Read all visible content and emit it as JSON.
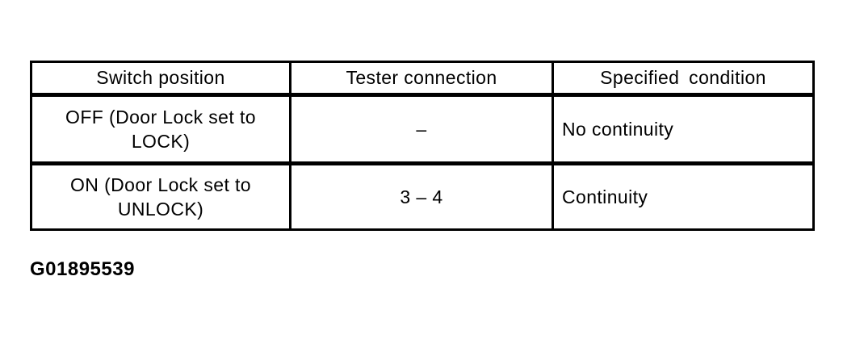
{
  "colors": {
    "background": "#ffffff",
    "border": "#000000",
    "text": "#000000"
  },
  "table": {
    "headers": [
      "Switch position",
      "Tester connection",
      "Specified condition"
    ],
    "rows": [
      {
        "cells": [
          "OFF (Door Lock set to LOCK)",
          "–",
          "No continuity"
        ]
      },
      {
        "cells": [
          "ON (Door Lock set to UNLOCK)",
          "3 – 4",
          "Continuity"
        ]
      }
    ]
  },
  "figure_id": "G01895539"
}
